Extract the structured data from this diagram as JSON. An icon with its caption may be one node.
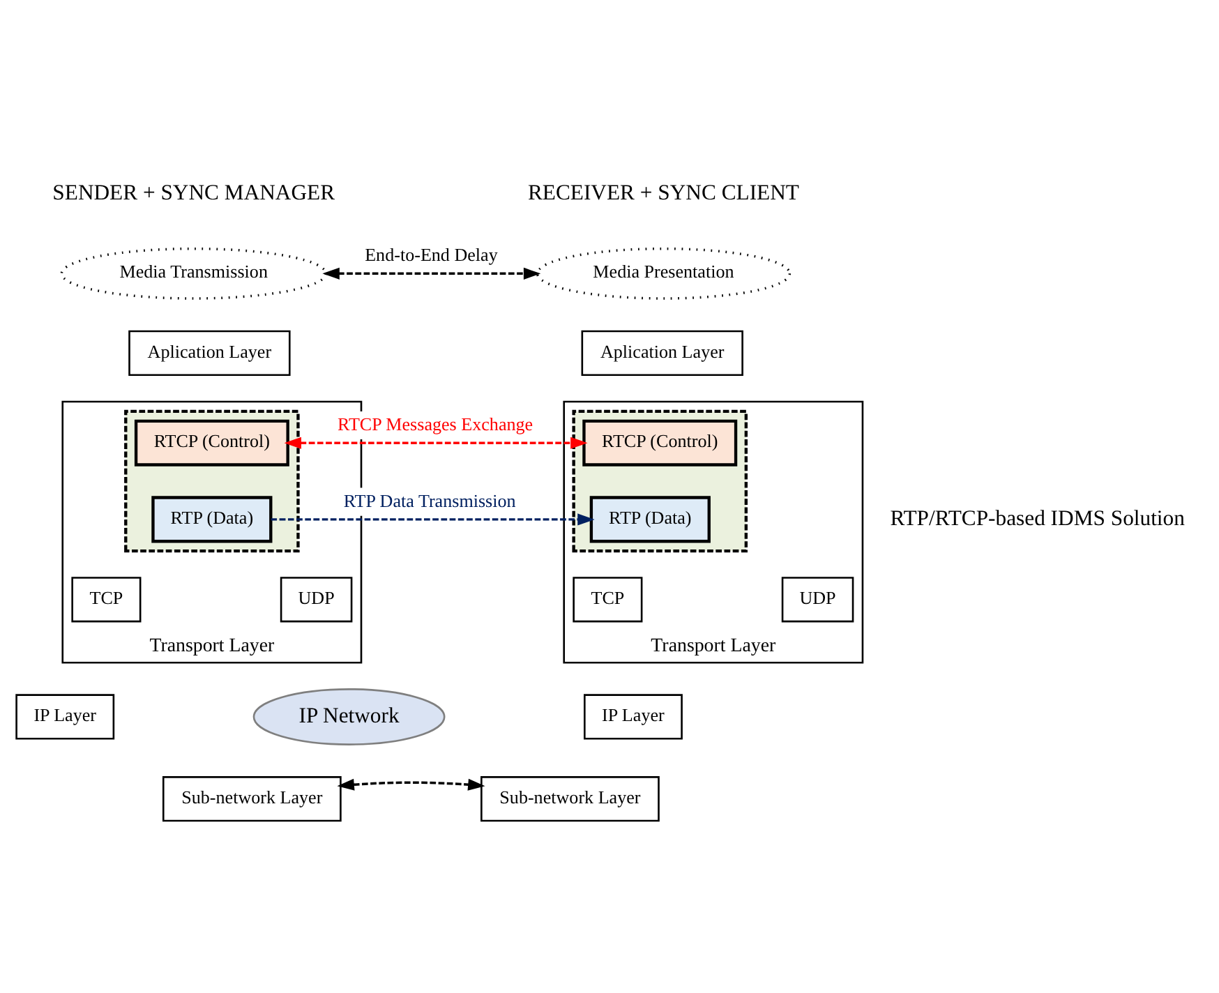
{
  "diagram": {
    "nodes": [
      {
        "text": [
          "Media Transmission"
        ]
      },
      {
        "text": [
          "Aplication Layer"
        ]
      },
      {
        "text": [
          "Transport Layer"
        ]
      },
      {
        "text": [],
        "shape": "box",
        "in": 2
      },
      {
        "text": [
          "RTCP (Control)"
        ],
        "in": 3
      },
      {
        "text": [
          "RTP (Data)"
        ],
        "in": 3
      },
      {
        "text": [
          "TCP"
        ],
        "in": 2
      },
      {
        "text": [
          "UDP"
        ],
        "in": 2
      },
      {
        "text": [
          "IP Layer"
        ]
      },
      {
        "text": [
          "Sub-network Layer"
        ]
      },
      {
        "text": [
          "Media Presentation"
        ]
      },
      {
        "text": [
          "Aplication Layer"
        ]
      },
      {
        "text": [
          "Transport Layer"
        ]
      },
      {
        "text": [],
        "shape": "box",
        "in": 12
      },
      {
        "text": [
          "RTCP (Control)"
        ],
        "in": 13
      },
      {
        "text": [
          "RTP (Data)"
        ],
        "in": 13
      },
      {
        "text": [
          "TCP"
        ],
        "in": 12
      },
      {
        "text": [
          "UDP"
        ],
        "in": 12
      },
      {
        "text": [
          "IP Layer"
        ]
      },
      {
        "text": [
          "Sub-network Layer"
        ]
      },
      {
        "text": [
          "IP Network"
        ]
      }
    ],
    "edges": [
      {
        "from": 0,
        "to": 10,
        "arrow": "both",
        "style": "dashed",
        "label": "End-to-End Delay"
      },
      {
        "from": 4,
        "to": 14,
        "arrow": "both",
        "style": "dashed",
        "color": "#ff0000",
        "label": "RTCP Messages Exchange"
      },
      {
        "from": 5,
        "to": 15,
        "arrow": "to",
        "style": "dashed",
        "color": "#002060",
        "label": "RTP Data Transmission"
      },
      {
        "from": 9,
        "to": 19,
        "arrow": "both",
        "style": "dashed"
      }
    ],
    "labels": [
      "SENDER + SYNC MANAGER",
      "RECEIVER + SYNC CLIENT",
      "RTP/RTCP-based IDMS Solution"
    ]
  }
}
